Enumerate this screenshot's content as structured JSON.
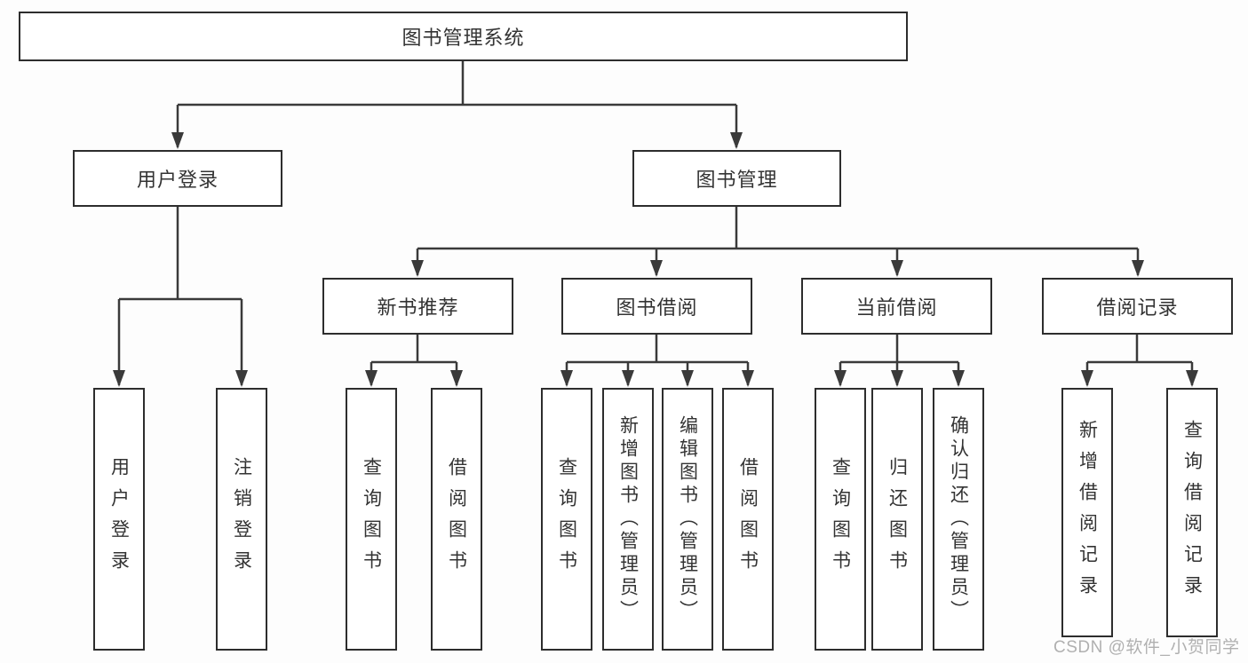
{
  "tree": {
    "root": {
      "label": "图书管理系统"
    },
    "branches": [
      {
        "label": "用户登录",
        "children": [
          {
            "label": "用户登录"
          },
          {
            "label": "注销登录"
          }
        ]
      },
      {
        "label": "图书管理",
        "groups": [
          {
            "label": "新书推荐",
            "children": [
              {
                "label": "查询图书"
              },
              {
                "label": "借阅图书"
              }
            ]
          },
          {
            "label": "图书借阅",
            "children": [
              {
                "label": "查询图书"
              },
              {
                "label": "新增图书（管理员）"
              },
              {
                "label": "编辑图书（管理员）"
              },
              {
                "label": "借阅图书"
              }
            ]
          },
          {
            "label": "当前借阅",
            "children": [
              {
                "label": "查询图书"
              },
              {
                "label": "归还图书"
              },
              {
                "label": "确认归还（管理员）"
              }
            ]
          },
          {
            "label": "借阅记录",
            "children": [
              {
                "label": "新增借阅记录"
              },
              {
                "label": "查询借阅记录"
              }
            ]
          }
        ]
      }
    ]
  },
  "watermark": "CSDN @软件_小贺同学",
  "colors": {
    "line": "#3a3a3a",
    "box_border": "#2d2d2d",
    "text": "#333333",
    "watermark": "#b0b0b0",
    "background": "#fdfdfd"
  }
}
